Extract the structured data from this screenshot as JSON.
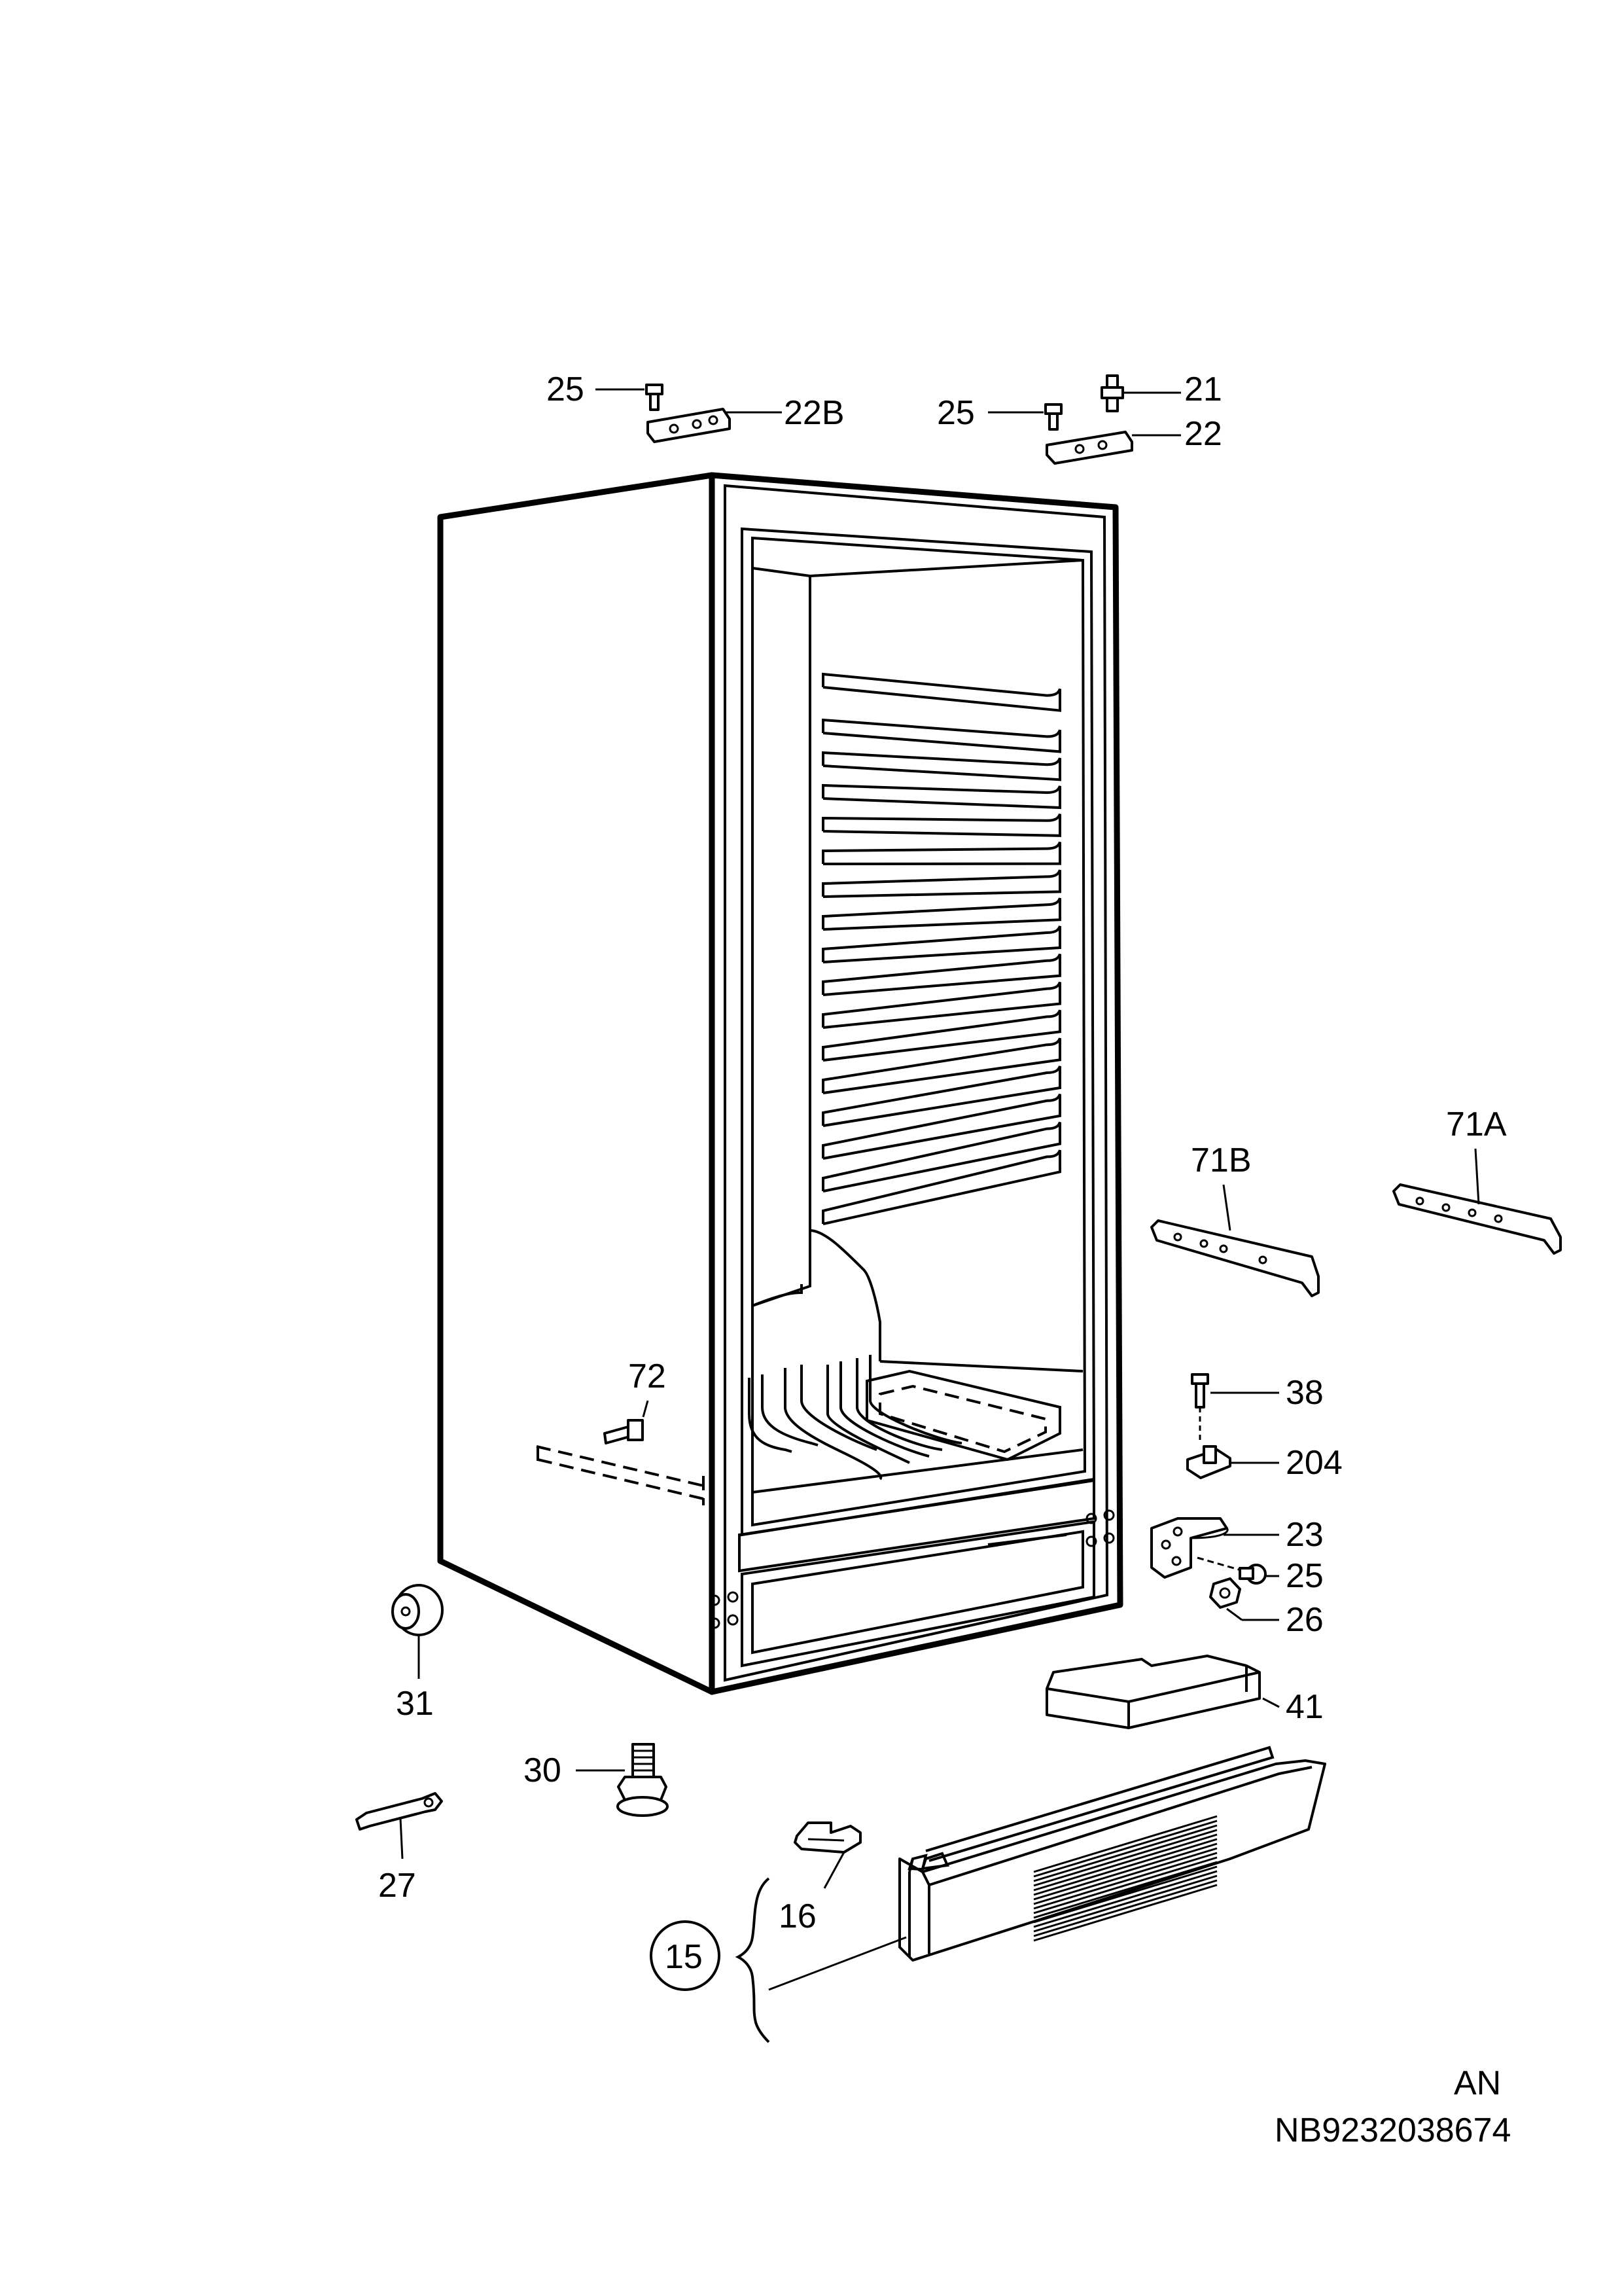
{
  "callouts": {
    "c25_top_left": "25",
    "c22B": "22B",
    "c25_top_mid": "25",
    "c21": "21",
    "c22": "22",
    "c71B": "71B",
    "c71A": "71A",
    "c72": "72",
    "c38": "38",
    "c204": "204",
    "c23": "23",
    "c25_right": "25",
    "c26": "26",
    "c41": "41",
    "c31": "31",
    "c30": "30",
    "c27": "27",
    "c16": "16",
    "c15": "15"
  },
  "footer": {
    "code": "AN",
    "doc_number": "NB9232038674"
  }
}
